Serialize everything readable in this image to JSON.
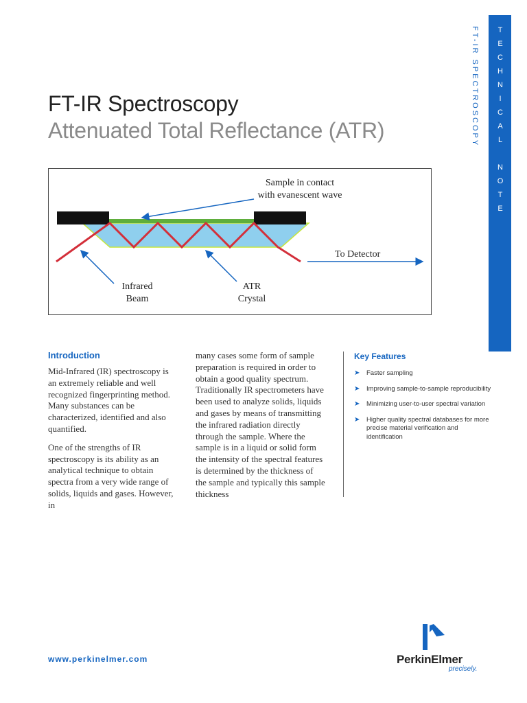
{
  "sidebar": {
    "tech_note": "TECHNICAL NOTE",
    "category": "FT-IR SPECTROSCOPY"
  },
  "header": {
    "title": "FT-IR Spectroscopy",
    "subtitle": "Attenuated Total Reflectance (ATR)"
  },
  "diagram": {
    "sample_label_1": "Sample in contact",
    "sample_label_2": "with evanescent wave",
    "detector_label": "To Detector",
    "beam_label_1": "Infrared",
    "beam_label_2": "Beam",
    "crystal_label_1": "ATR",
    "crystal_label_2": "Crystal",
    "colors": {
      "beam": "#d32f3a",
      "crystal": "#8fcfee",
      "sample": "#5fae3c",
      "clamp": "#111111",
      "arrow": "#1565c0"
    }
  },
  "intro": {
    "heading": "Introduction",
    "col1_p1": "Mid-Infrared (IR) spectroscopy is an extremely reliable and well recognized fingerprinting method. Many substances can be characterized, identified and also quantified.",
    "col1_p2": "One of the strengths of IR spectroscopy is its ability as an analytical technique to obtain spectra from a very wide range of solids, liquids and gases. However, in",
    "col2_p1": "many cases some form of sample preparation is required in order to obtain a good quality spectrum. Traditionally IR spectrometers have been used to analyze solids, liquids and gases by means of transmitting the infrared radiation directly through the sample. Where the sample is in a liquid or solid form the intensity of the spectral features is determined by the thickness of the sample and typically this sample thickness"
  },
  "key_features": {
    "heading": "Key Features",
    "items": [
      "Faster sampling",
      "Improving sample-to-sample reproducibility",
      "Minimizing user-to-user spectral variation",
      "Higher quality spectral databases for more precise material verification and identification"
    ]
  },
  "footer": {
    "url": "www.perkinelmer.com",
    "brand": "PerkinElmer",
    "tagline": "precisely."
  }
}
